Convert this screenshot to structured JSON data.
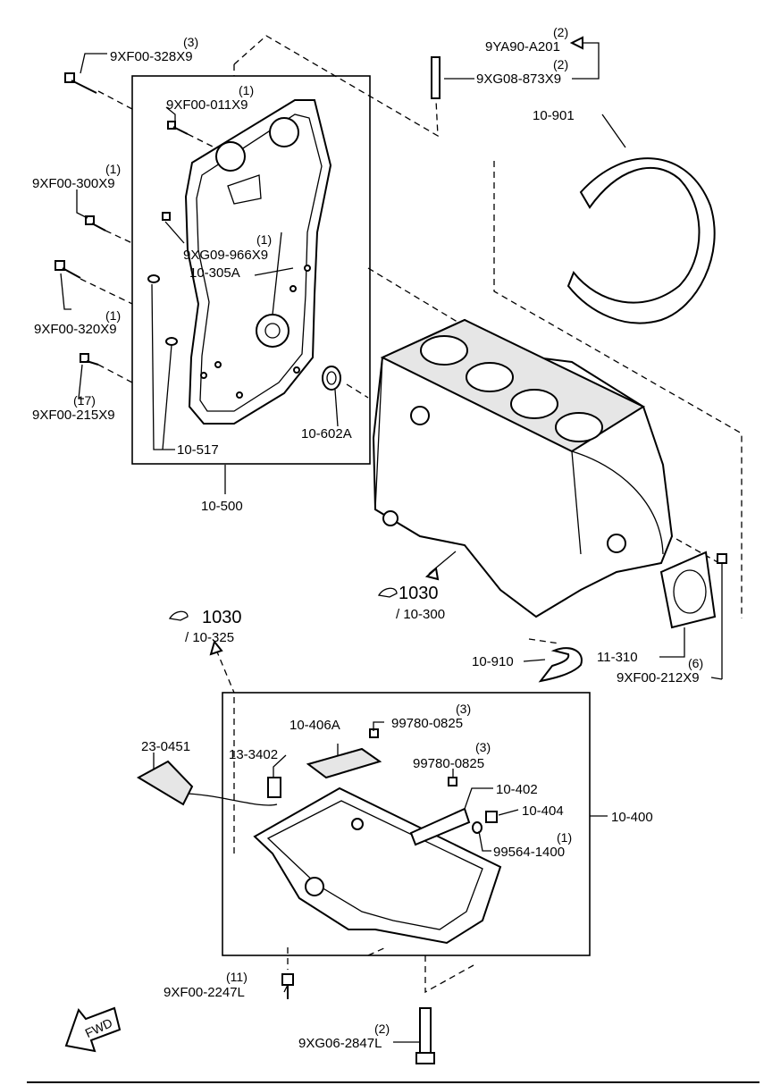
{
  "callouts": {
    "p1_qty": "(3)",
    "p1_num": "9XF00-328X9",
    "p2_qty": "(1)",
    "p2_num": "9XF00-011X9",
    "p3_qty": "(1)",
    "p3_num": "9XF00-300X9",
    "p4_qty": "(1)",
    "p4_num": "9XG09-966X9",
    "p5_num": "10-305A",
    "p6_qty": "(1)",
    "p6_num": "9XF00-320X9",
    "p7_qty": "(17)",
    "p7_num": "9XF00-215X9",
    "p8_num": "10-517",
    "p9_num": "10-602A",
    "p10_num": "10-500",
    "p11_qty": "(2)",
    "p11_num": "9YA90-A201",
    "p12_qty": "(2)",
    "p12_num": "9XG08-873X9",
    "p13_num": "10-901",
    "p14_ref": "1030",
    "p14_sub": "/ 10-300",
    "p15_ref": "1030",
    "p15_sub": "/ 10-325",
    "p16_num": "10-910",
    "p17_num": "11-310",
    "p18_qty": "(6)",
    "p18_num": "9XF00-212X9",
    "p19_num": "10-406A",
    "p20_qty": "(3)",
    "p20_num": "99780-0825",
    "p21_qty": "(3)",
    "p21_num": "99780-0825",
    "p22_num": "23-0451",
    "p23_num": "13-3402",
    "p24_num": "10-402",
    "p25_num": "10-404",
    "p26_num": "10-400",
    "p27_qty": "(1)",
    "p27_num": "99564-1400",
    "p28_qty": "(11)",
    "p28_num": "9XF00-2247L",
    "p29_qty": "(2)",
    "p29_num": "9XG06-2847L",
    "fwd": "FWD"
  }
}
